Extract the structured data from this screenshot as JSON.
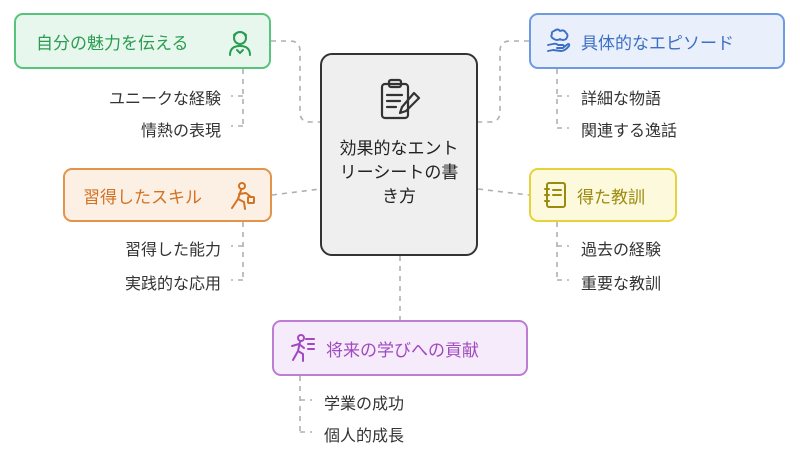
{
  "center": {
    "title": "効果的なエントリーシートの書き方",
    "icon": "clipboard-pencil-icon"
  },
  "branches": {
    "appeal": {
      "label": "自分の魅力を伝える",
      "icon": "person-icon",
      "color": "#58c37b",
      "items": [
        "ユニークな経験",
        "情熱の表現"
      ]
    },
    "skills": {
      "label": "習得したスキル",
      "icon": "person-running-icon",
      "color": "#e3934a",
      "items": [
        "習得した能力",
        "実践的な応用"
      ]
    },
    "episode": {
      "label": "具体的なエピソード",
      "icon": "brain-hand-icon",
      "color": "#6e9ae2",
      "items": [
        "詳細な物語",
        "関連する逸話"
      ]
    },
    "lessons": {
      "label": "得た教訓",
      "icon": "notebook-icon",
      "color": "#e6d23b",
      "items": [
        "過去の経験",
        "重要な教訓"
      ]
    },
    "future": {
      "label": "将来の学びへの貢献",
      "icon": "running-figure-icon",
      "color": "#bb7ed4",
      "items": [
        "学業の成功",
        "個人的成長"
      ]
    }
  }
}
